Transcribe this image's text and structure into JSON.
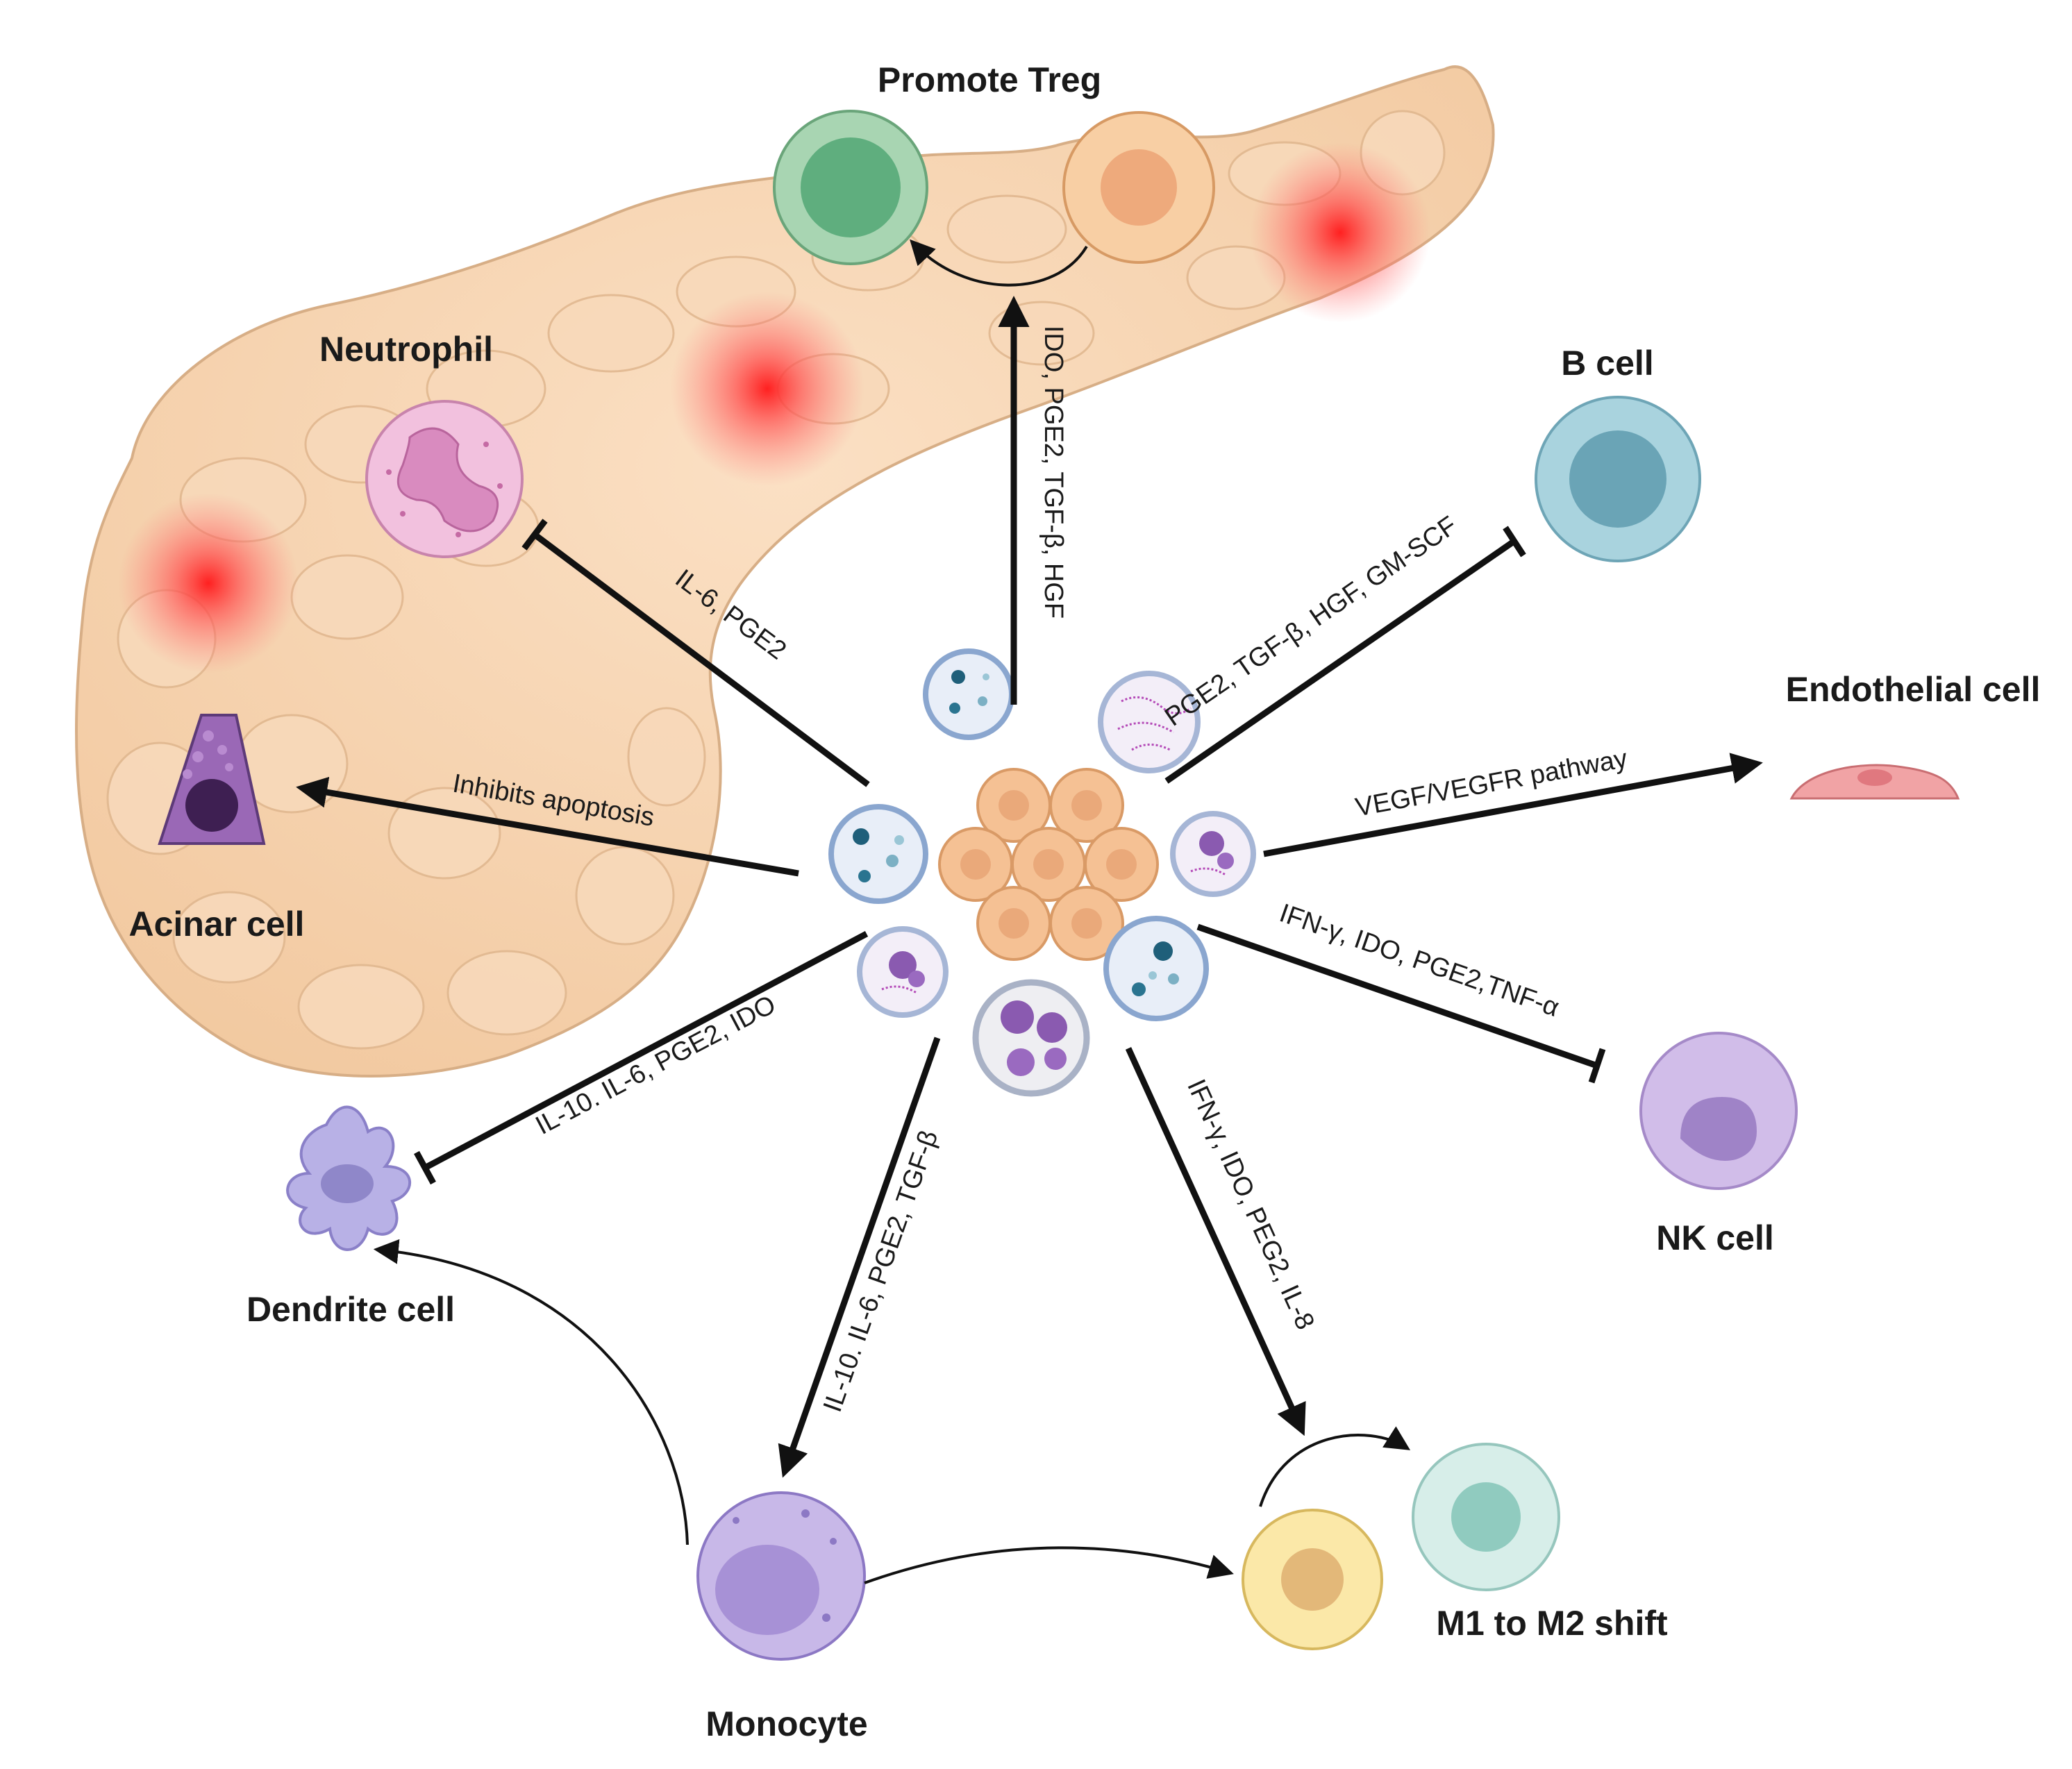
{
  "labels": {
    "treg": "Promote Treg",
    "neutrophil": "Neutrophil",
    "b_cell": "B cell",
    "endothelial": "Endothelial cell",
    "acinar": "Acinar cell",
    "dendrite": "Dendrite cell",
    "nk": "NK cell",
    "monocyte": "Monocyte",
    "macrophage_shift": "M1 to M2 shift"
  },
  "factors": {
    "treg": "IDO, PGE2, TGF-β, HGF",
    "neutrophil": "IL-6, PGE2",
    "b_cell": "PGE2, TGF-β, HGF, GM-SCF",
    "endothelial": "VEGF/VEGFR pathway",
    "acinar": "Inhibits apoptosis",
    "dendrite": "IL-10. IL-6, PGE2, IDO",
    "nk": "IFN-γ, IDO, PGE2,TNF-α",
    "monocyte": "IL-10. IL-6, PGE2, TGF-β",
    "macrophage": "IFN-γ, IDO, PEG2, IL-8"
  },
  "colors": {
    "pancreas": "#f6d3b0",
    "pancreas_stroke": "#d7ae86",
    "inflammation": "#ff2a2a",
    "msc": "#f5c194",
    "msc_stroke": "#d99a66",
    "arrow": "#111111"
  }
}
